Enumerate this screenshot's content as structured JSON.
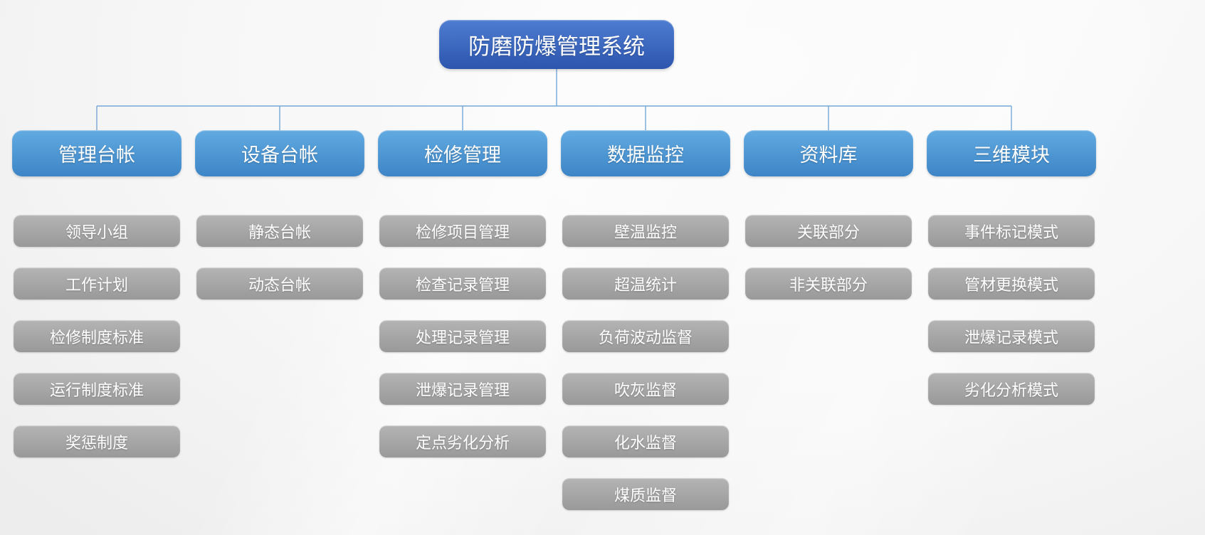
{
  "diagram": {
    "title": "防磨防爆管理系统",
    "root": {
      "label": "防磨防爆管理系统"
    },
    "branches": [
      {
        "id": "management-ledger",
        "label": "管理台帐",
        "children": [
          "领导小组",
          "工作计划",
          "检修制度标准",
          "运行制度标准",
          "奖惩制度"
        ]
      },
      {
        "id": "equipment-ledger",
        "label": "设备台帐",
        "children": [
          "静态台帐",
          "动态台帐"
        ]
      },
      {
        "id": "maintenance-management",
        "label": "检修管理",
        "children": [
          "检修项目管理",
          "检查记录管理",
          "处理记录管理",
          "泄爆记录管理",
          "定点劣化分析"
        ]
      },
      {
        "id": "data-monitoring",
        "label": "数据监控",
        "children": [
          "壁温监控",
          "超温统计",
          "负荷波动监督",
          "吹灰监督",
          "化水监督",
          "煤质监督"
        ]
      },
      {
        "id": "database",
        "label": "资料库",
        "children": [
          "关联部分",
          "非关联部分"
        ]
      },
      {
        "id": "three-d-module",
        "label": "三维模块",
        "children": [
          "事件标记模式",
          "管材更换模式",
          "泄爆记录模式",
          "劣化分析模式"
        ]
      }
    ],
    "colors": {
      "root_top": "#4e7dd1",
      "root_bottom": "#2d55ae",
      "branch_top": "#62aae1",
      "branch_bottom": "#3d85c6",
      "child_top": "#b4b4b4",
      "child_bottom": "#999999",
      "connector": "#74a7d8"
    }
  }
}
